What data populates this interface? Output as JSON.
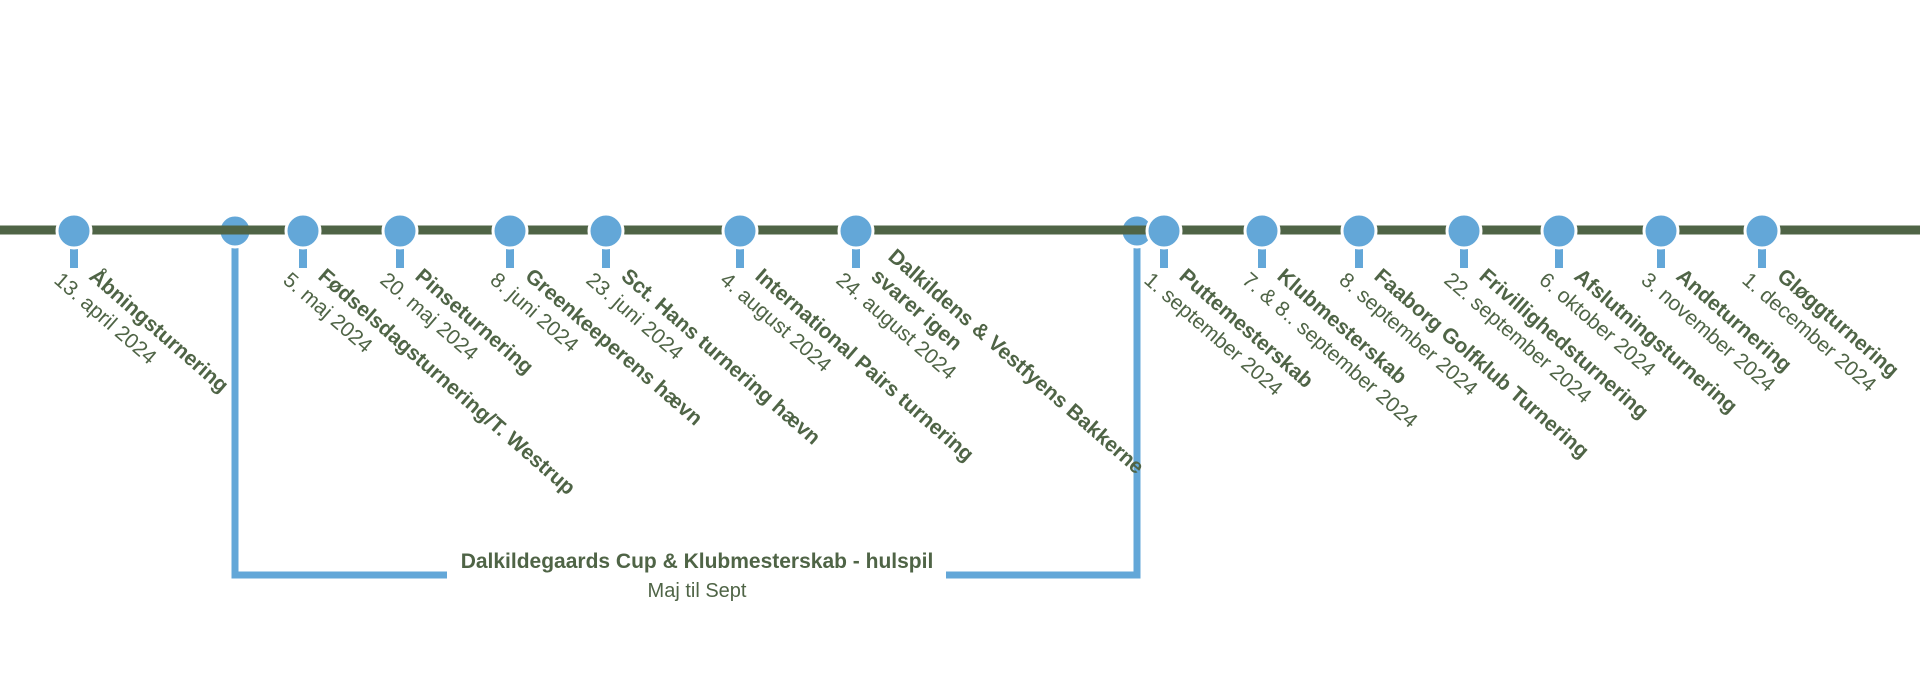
{
  "colors": {
    "axis": "#4f6446",
    "marker": "#63a7d8",
    "text": "#4f6446"
  },
  "events": [
    {
      "title": "Åbningsturnering",
      "date": "13. april 2024"
    },
    {
      "title": "Fødselsdagsturnering/T. Westrup",
      "date": "5. maj 2024"
    },
    {
      "title": "Pinseturnering",
      "date": "20. maj 2024"
    },
    {
      "title": "Greenkeeperens hævn",
      "date": "8. juni 2024"
    },
    {
      "title": "Sct. Hans turnering hævn",
      "date": "23. juni 2024"
    },
    {
      "title": "International Pairs turnering",
      "date": "4. august 2024"
    },
    {
      "title": "Dalkildens & Vestfyens Bakkerne svarer igen",
      "title_lines": [
        "Dalkildens & Vestfyens Bakkerne",
        "svarer igen"
      ],
      "date": "24. august 2024"
    },
    {
      "title": "Puttemesterskab",
      "date": "1. september 2024"
    },
    {
      "title": "Klubmesterskab",
      "date": "7. & 8.. september 2024"
    },
    {
      "title": "Faaborg Golfklub Turnering",
      "date": "8. september 2024"
    },
    {
      "title": "Frivillighedsturnering",
      "date": "22. september 2024"
    },
    {
      "title": "Afslutningsturnering",
      "date": "6. oktober 2024"
    },
    {
      "title": "Andeturnering",
      "date": "3. november 2024"
    },
    {
      "title": "Gløggturnering",
      "date": "1. december 2024"
    }
  ],
  "range": {
    "title": "Dalkildegaards Cup & Klubmesterskab - hulspil",
    "subtitle": "Maj til Sept"
  }
}
